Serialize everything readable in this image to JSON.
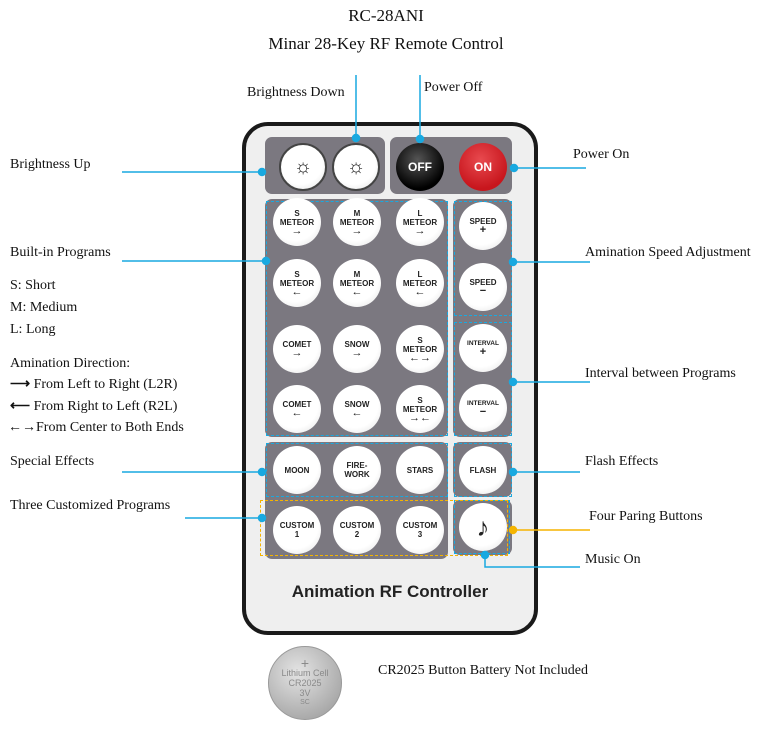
{
  "title": {
    "model": "RC-28ANI",
    "name": "Minar 28-Key RF Remote Control"
  },
  "labels": {
    "brightness_up": "Brightness Up",
    "brightness_down": "Brightness Down",
    "power_off": "Power Off",
    "power_on": "Power On",
    "builtin": "Built-in Programs",
    "short": "S: Short",
    "medium": "M: Medium",
    "long": "L: Long",
    "direction": "Amination Direction:",
    "l2r": "From Left to Right (L2R)",
    "r2l": "From Right to Left (R2L)",
    "center": "From Center to Both Ends",
    "special": "Special Effects",
    "custom": "Three Customized Programs",
    "speed": "Amination Speed Adjustment",
    "interval": "Interval between Programs",
    "flash": "Flash Effects",
    "pairing": "Four Paring Buttons",
    "music": "Music On",
    "battery": "CR2025 Button Battery Not Included"
  },
  "remote": {
    "brand_text": "Animation RF Controller",
    "off": "OFF",
    "on": "ON",
    "programs": [
      [
        "S",
        "METEOR",
        "→"
      ],
      [
        "M",
        "METEOR",
        "→"
      ],
      [
        "L",
        "METEOR",
        "→"
      ],
      [
        "S",
        "METEOR",
        "←"
      ],
      [
        "M",
        "METEOR",
        "←"
      ],
      [
        "L",
        "METEOR",
        "←"
      ],
      [
        "COMET",
        "",
        "→"
      ],
      [
        "SNOW",
        "",
        "→"
      ],
      [
        "S",
        "METEOR",
        "←→"
      ],
      [
        "COMET",
        "",
        "←"
      ],
      [
        "SNOW",
        "",
        "←"
      ],
      [
        "S",
        "METEOR",
        "→←"
      ]
    ],
    "speed_plus": [
      "SPEED",
      "+"
    ],
    "speed_minus": [
      "SPEED",
      "−"
    ],
    "interval_plus": [
      "INTERVAL",
      "+"
    ],
    "interval_minus": [
      "INTERVAL",
      "−"
    ],
    "special": [
      "MOON",
      "FIRE-",
      "WORK",
      "STARS"
    ],
    "flash": "FLASH",
    "custom": [
      [
        "CUSTOM",
        "1"
      ],
      [
        "CUSTOM",
        "2"
      ],
      [
        "CUSTOM",
        "3"
      ]
    ]
  },
  "battery": {
    "line1": "Lithium Cell",
    "line2": "CR2025",
    "line3": "3V",
    "line4": "SC"
  },
  "colors": {
    "callout": "#19a9e0",
    "pairing": "#f5b400",
    "panel": "#7b7880",
    "on": "#c8161d"
  }
}
